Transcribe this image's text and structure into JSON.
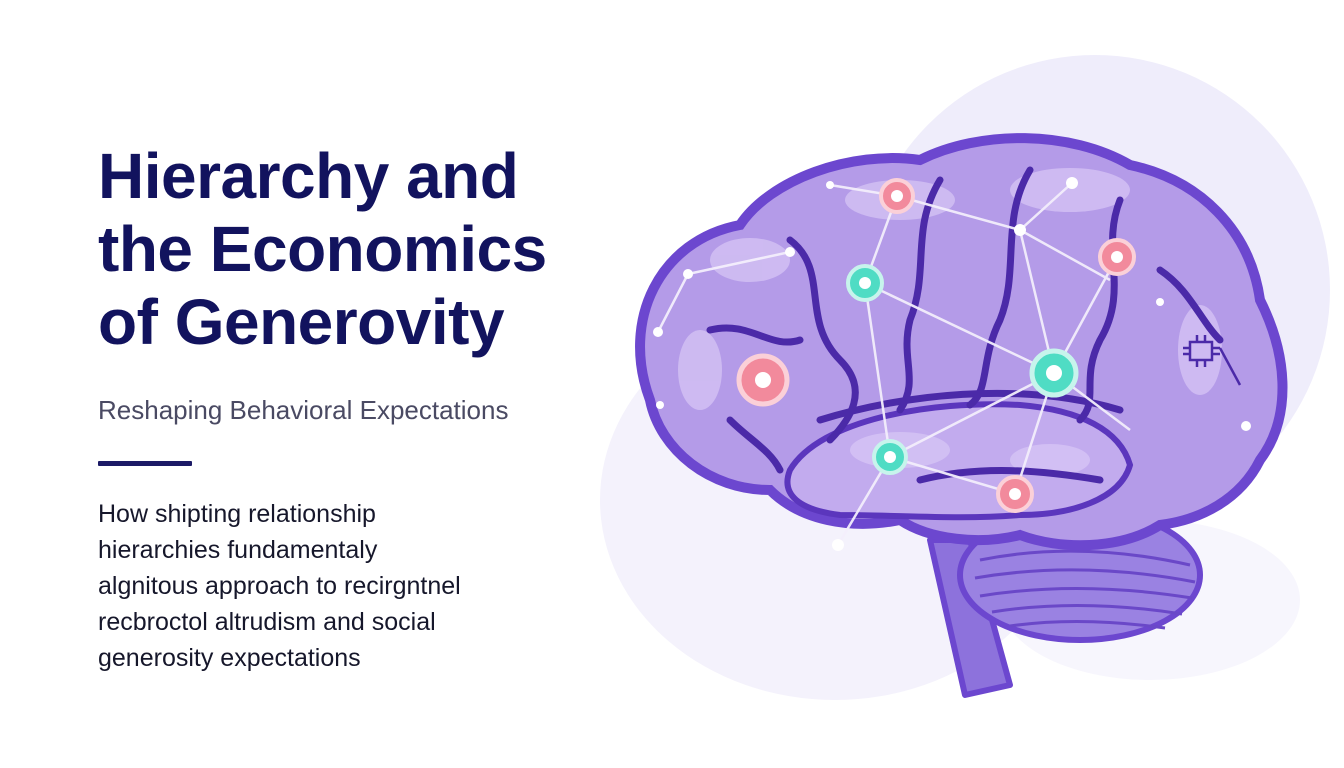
{
  "header": {
    "title_lines": [
      "Hierarchy and",
      "the Economics",
      "of Generovity"
    ],
    "subtitle": "Reshaping Behavioral Expectations"
  },
  "body": {
    "lines": [
      "How shipting relationship",
      "hierarchies fundamentaly",
      "algnitous approach to recirgntnel",
      "recbroctol altrudism and social",
      "generosity expectations"
    ]
  },
  "colors": {
    "title": "#12135e",
    "subtitle": "#4a4a63",
    "brain_fill": "#b49be8",
    "brain_outline": "#6c47cf",
    "sulci": "#4b2aa8",
    "node_pink": "#f28a9c",
    "node_teal": "#4fdcc4"
  },
  "illustration": {
    "subject": "brain-with-network-nodes",
    "icons": [
      "chip-icon"
    ]
  }
}
